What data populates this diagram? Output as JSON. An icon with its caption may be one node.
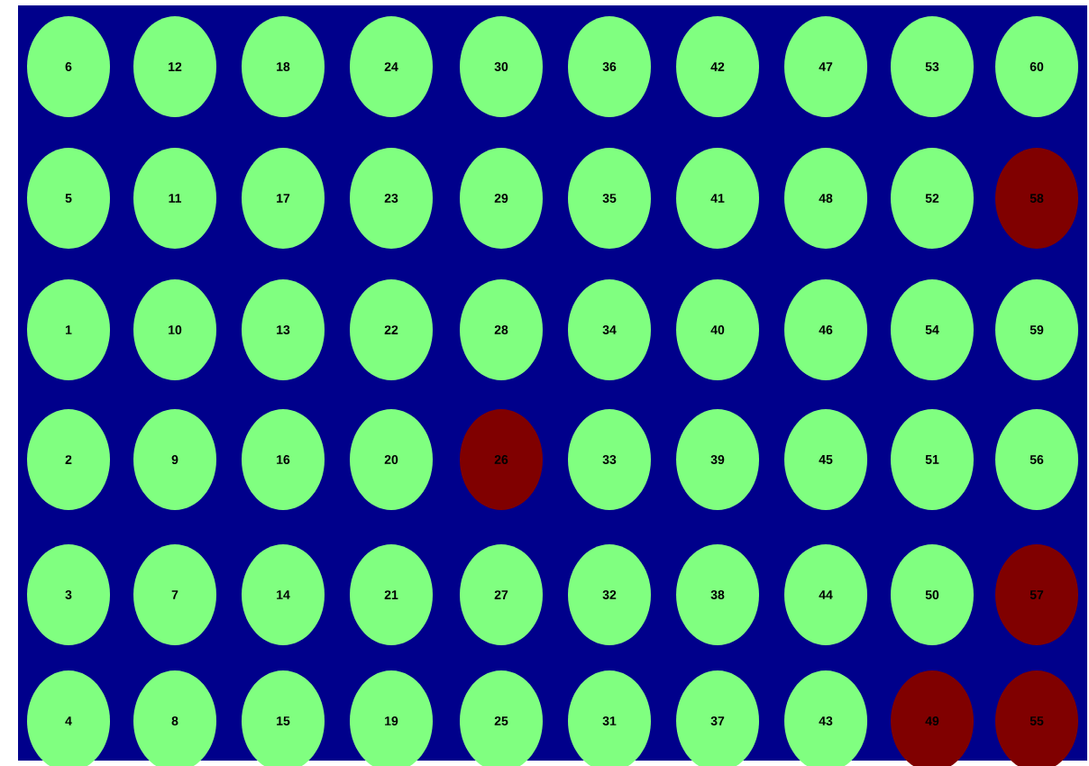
{
  "diagram": {
    "nodes": [
      {
        "text": [
          "6"
        ]
      },
      {
        "text": [
          "12"
        ]
      },
      {
        "text": [
          "18"
        ]
      },
      {
        "text": [
          "24"
        ]
      },
      {
        "text": [
          "30"
        ]
      },
      {
        "text": [
          "36"
        ]
      },
      {
        "text": [
          "42"
        ]
      },
      {
        "text": [
          "47"
        ]
      },
      {
        "text": [
          "53"
        ]
      },
      {
        "text": [
          "60"
        ]
      },
      {
        "text": [
          "5"
        ]
      },
      {
        "text": [
          "11"
        ]
      },
      {
        "text": [
          "17"
        ]
      },
      {
        "text": [
          "23"
        ]
      },
      {
        "text": [
          "29"
        ]
      },
      {
        "text": [
          "35"
        ]
      },
      {
        "text": [
          "41"
        ]
      },
      {
        "text": [
          "48"
        ]
      },
      {
        "text": [
          "52"
        ]
      },
      {
        "text": [
          "58"
        ]
      },
      {
        "text": [
          "1"
        ]
      },
      {
        "text": [
          "10"
        ]
      },
      {
        "text": [
          "13"
        ]
      },
      {
        "text": [
          "22"
        ]
      },
      {
        "text": [
          "28"
        ]
      },
      {
        "text": [
          "34"
        ]
      },
      {
        "text": [
          "40"
        ]
      },
      {
        "text": [
          "46"
        ]
      },
      {
        "text": [
          "54"
        ]
      },
      {
        "text": [
          "59"
        ]
      },
      {
        "text": [
          "2"
        ]
      },
      {
        "text": [
          "9"
        ]
      },
      {
        "text": [
          "16"
        ]
      },
      {
        "text": [
          "20"
        ]
      },
      {
        "text": [
          "26"
        ]
      },
      {
        "text": [
          "33"
        ]
      },
      {
        "text": [
          "39"
        ]
      },
      {
        "text": [
          "45"
        ]
      },
      {
        "text": [
          "51"
        ]
      },
      {
        "text": [
          "56"
        ]
      },
      {
        "text": [
          "3"
        ]
      },
      {
        "text": [
          "7"
        ]
      },
      {
        "text": [
          "14"
        ]
      },
      {
        "text": [
          "21"
        ]
      },
      {
        "text": [
          "27"
        ]
      },
      {
        "text": [
          "32"
        ]
      },
      {
        "text": [
          "38"
        ]
      },
      {
        "text": [
          "44"
        ]
      },
      {
        "text": [
          "50"
        ]
      },
      {
        "text": [
          "57"
        ]
      },
      {
        "text": [
          "4"
        ]
      },
      {
        "text": [
          "8"
        ]
      },
      {
        "text": [
          "15"
        ]
      },
      {
        "text": [
          "19"
        ]
      },
      {
        "text": [
          "25"
        ]
      },
      {
        "text": [
          "31"
        ]
      },
      {
        "text": [
          "37"
        ]
      },
      {
        "text": [
          "43"
        ]
      },
      {
        "text": [
          "49"
        ]
      },
      {
        "text": [
          "55"
        ]
      }
    ]
  }
}
